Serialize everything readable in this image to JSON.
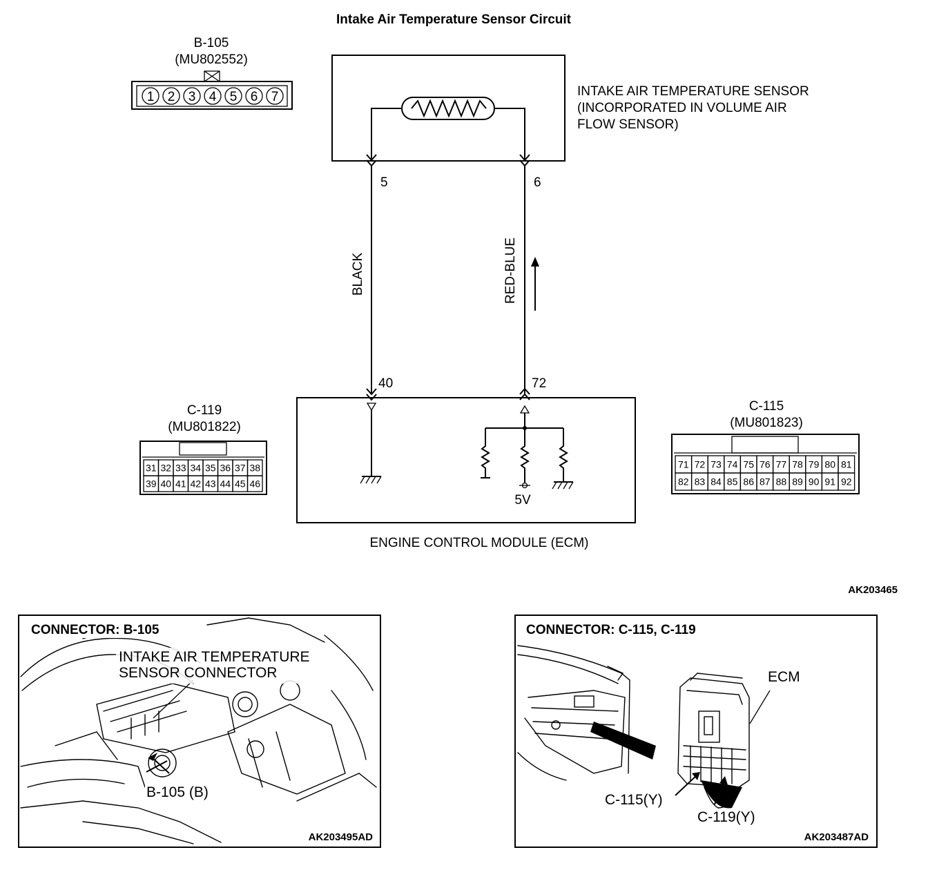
{
  "title": "Intake Air Temperature Sensor Circuit",
  "connector_b105": {
    "name": "B-105",
    "part": "(MU802552)",
    "pins": [
      "1",
      "2",
      "3",
      "4",
      "5",
      "6",
      "7"
    ]
  },
  "sensor": {
    "label_lines": [
      "INTAKE AIR TEMPERATURE SENSOR",
      "(INCORPORATED IN VOLUME AIR",
      "FLOW SENSOR)"
    ],
    "pin_left": "5",
    "pin_right": "6"
  },
  "wires": {
    "left": "BLACK",
    "right": "RED-BLUE"
  },
  "ecm": {
    "pin_left": "40",
    "pin_right": "72",
    "supply": "5V",
    "label": "ENGINE CONTROL MODULE (ECM)"
  },
  "connector_c119": {
    "name": "C-119",
    "part": "(MU801822)",
    "row1": [
      "31",
      "32",
      "33",
      "34",
      "35",
      "36",
      "37",
      "38"
    ],
    "row2": [
      "39",
      "40",
      "41",
      "42",
      "43",
      "44",
      "45",
      "46"
    ]
  },
  "connector_c115": {
    "name": "C-115",
    "part": "(MU801823)",
    "row1": [
      "71",
      "72",
      "73",
      "74",
      "75",
      "76",
      "77",
      "78",
      "79",
      "80",
      "81"
    ],
    "row2": [
      "82",
      "83",
      "84",
      "85",
      "86",
      "87",
      "88",
      "89",
      "90",
      "91",
      "92"
    ]
  },
  "figure_code": "AK203465",
  "panel_left": {
    "heading": "CONNECTOR: B-105",
    "callout_lines": [
      "INTAKE AIR TEMPERATURE",
      "SENSOR CONNECTOR"
    ],
    "location": "B-105 (B)",
    "code": "AK203495AD"
  },
  "panel_right": {
    "heading": "CONNECTOR: C-115, C-119",
    "ecm_label": "ECM",
    "c115_label": "C-115(Y)",
    "c119_label": "C-119(Y)",
    "code": "AK203487AD"
  }
}
